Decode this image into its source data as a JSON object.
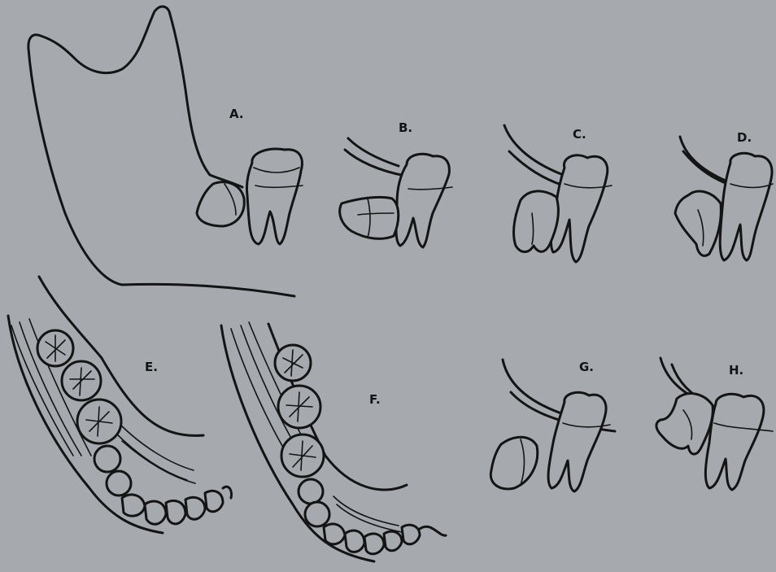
{
  "background": "#a6a9ae",
  "ink": "#141414",
  "labels": {
    "a": "A.",
    "b": "B.",
    "c": "C.",
    "d": "D.",
    "e": "E.",
    "f": "F.",
    "g": "G.",
    "h": "H."
  }
}
